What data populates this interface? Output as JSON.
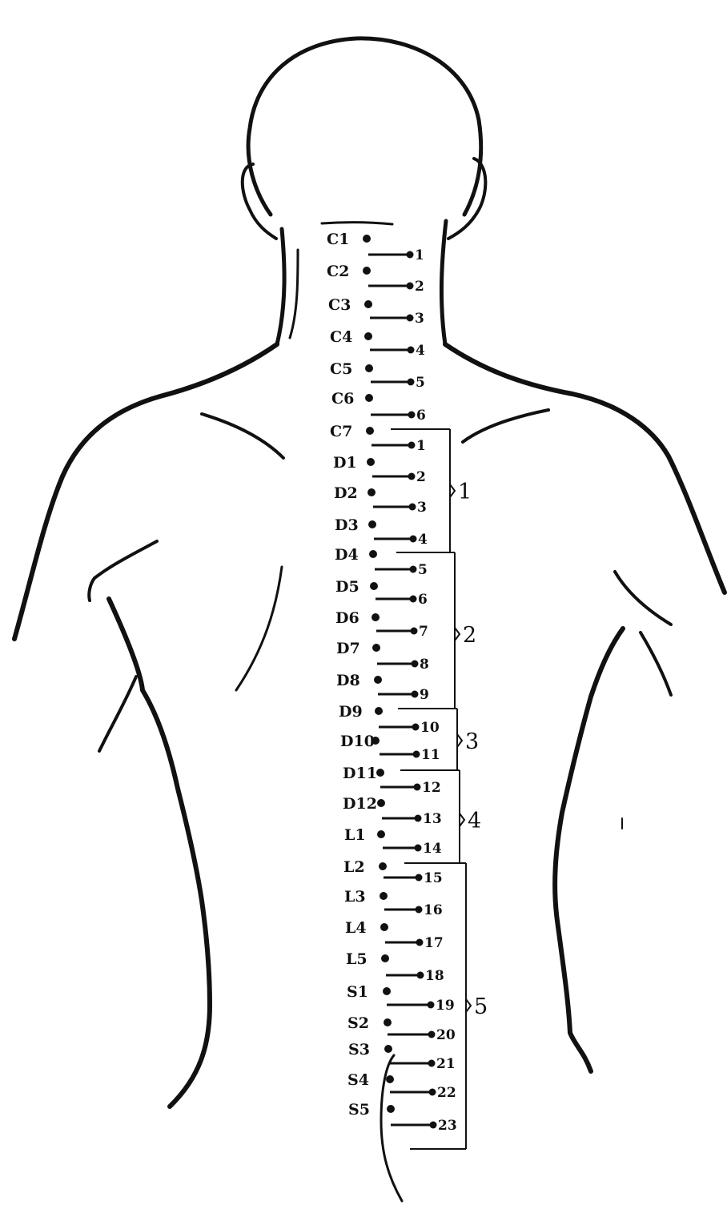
{
  "vertebrae": [
    "C1",
    "C2",
    "C3",
    "C4",
    "C5",
    "C6",
    "C7",
    "D1",
    "D2",
    "D3",
    "D4",
    "D5",
    "D6",
    "D7",
    "D8",
    "D9",
    "D10",
    "D11",
    "D12",
    "L1",
    "L2",
    "L3",
    "L4",
    "L5",
    "S1",
    "S2",
    "S3",
    "S4",
    "S5"
  ],
  "points": [
    "1",
    "2",
    "3",
    "4",
    "5",
    "6",
    "1",
    "2",
    "3",
    "4",
    "5",
    "6",
    "7",
    "8",
    "9",
    "10",
    "11",
    "12",
    "13",
    "14",
    "15",
    "16",
    "17",
    "18",
    "19",
    "20",
    "21",
    "22",
    "23"
  ],
  "groups": [
    "1",
    "2",
    "3",
    "4",
    "5"
  ]
}
